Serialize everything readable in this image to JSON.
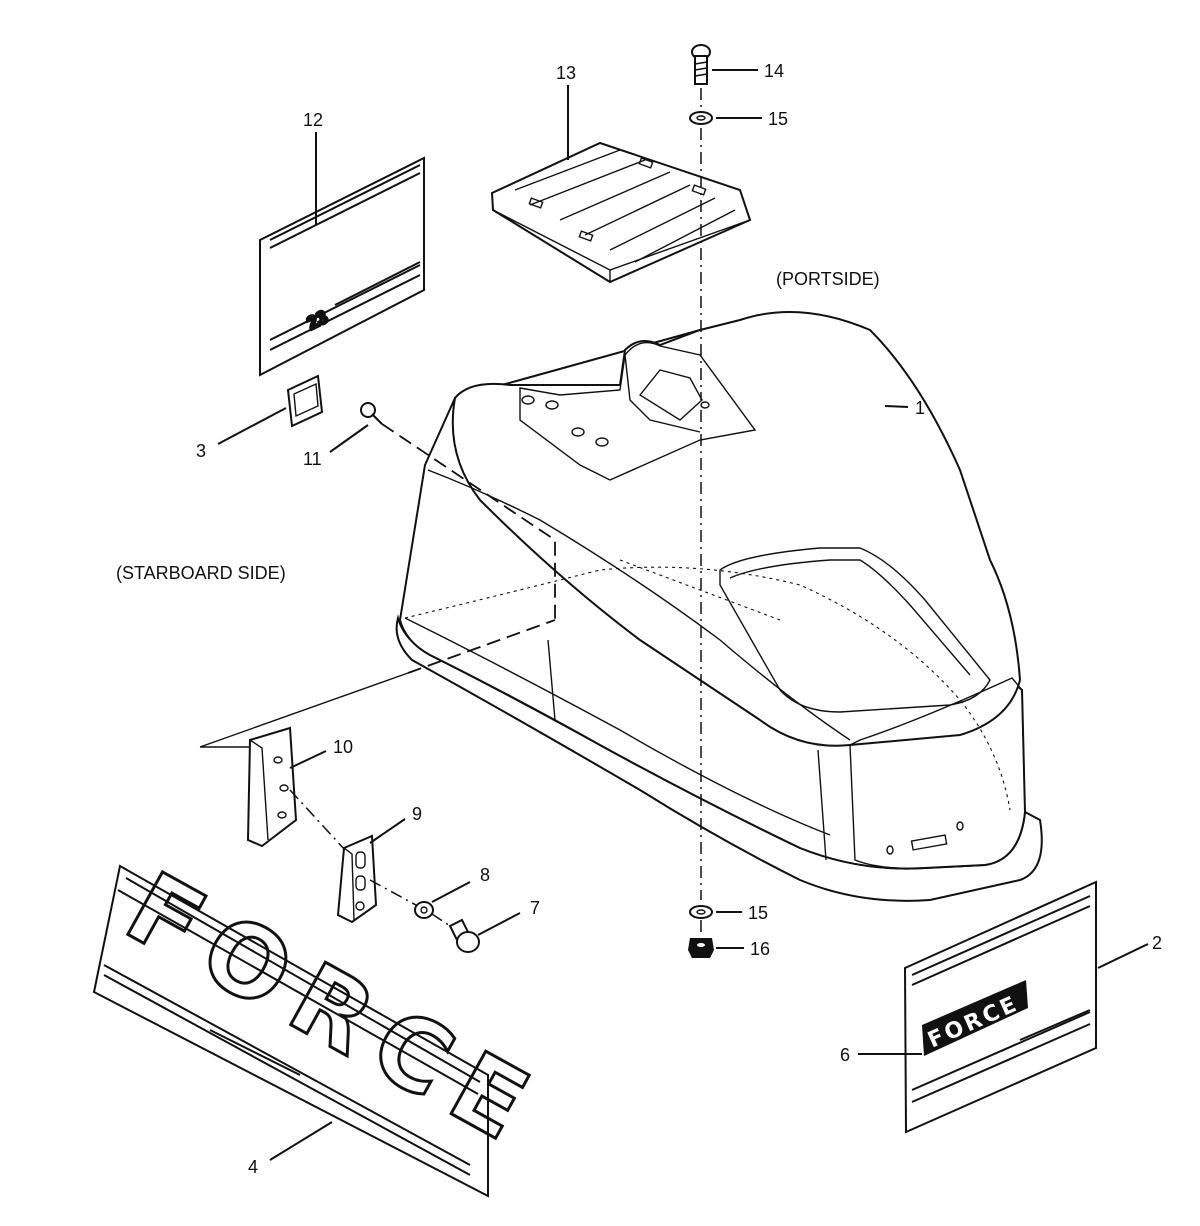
{
  "side_labels": {
    "portside": "(PORTSIDE)",
    "starboard": "(STARBOARD SIDE)"
  },
  "callouts": {
    "c1": "1",
    "c2": "2",
    "c3": "3",
    "c4": "4",
    "c6": "6",
    "c7": "7",
    "c8": "8",
    "c9": "9",
    "c10": "10",
    "c11": "11",
    "c12": "12",
    "c13": "13",
    "c14": "14",
    "c15a": "15",
    "c15b": "15",
    "c16": "16"
  },
  "decals": {
    "number_decal": "23",
    "brand_large": "FORCE",
    "brand_small": "FORCE"
  }
}
